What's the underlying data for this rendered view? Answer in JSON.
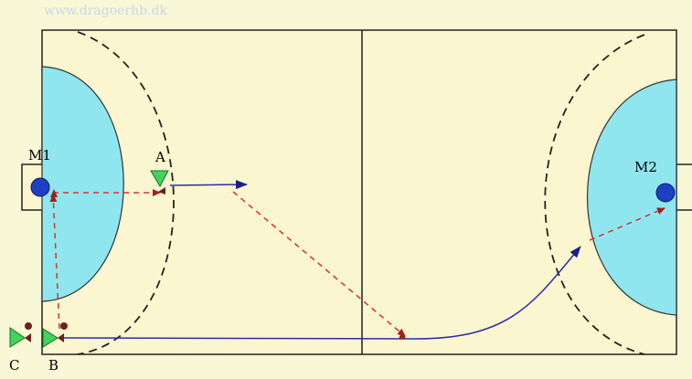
{
  "watermark": "www.dragoerhb.dk",
  "labels": {
    "m1": "M1",
    "m2": "M2",
    "a": "A",
    "b": "B",
    "c": "C"
  },
  "colors": {
    "background": "#f8f7d6",
    "court": "#fbf6cf",
    "goal_area": "#8fe6ef",
    "goalkeeper": "#1e3fc4",
    "player": "#3fd45a",
    "ball": "#6e1f1f",
    "pass_arrow": "#d9342a",
    "run_arrow": "#2a2fa8"
  }
}
